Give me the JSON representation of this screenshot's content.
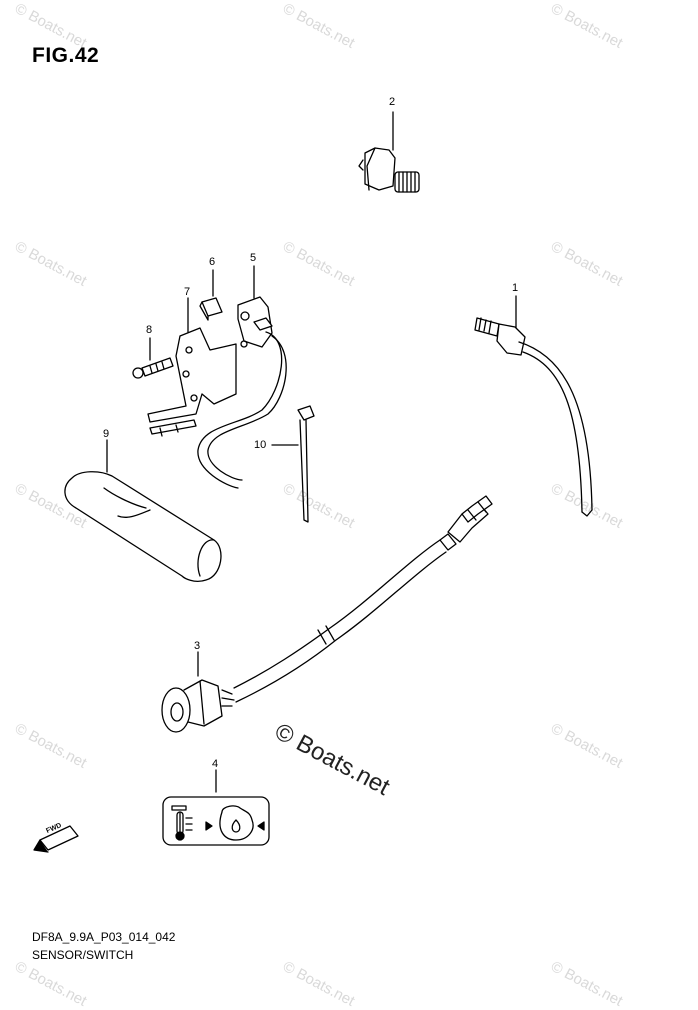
{
  "figure": {
    "title": "FIG.42",
    "code": "DF8A_9.9A_P03_014_042",
    "name": "SENSOR/SWITCH"
  },
  "watermark": {
    "text": "© Boats.net",
    "center_text": "© Boats.net"
  },
  "direction_tag": "FWD",
  "callouts": [
    "1",
    "2",
    "3",
    "4",
    "5",
    "6",
    "7",
    "8",
    "9",
    "10"
  ]
}
